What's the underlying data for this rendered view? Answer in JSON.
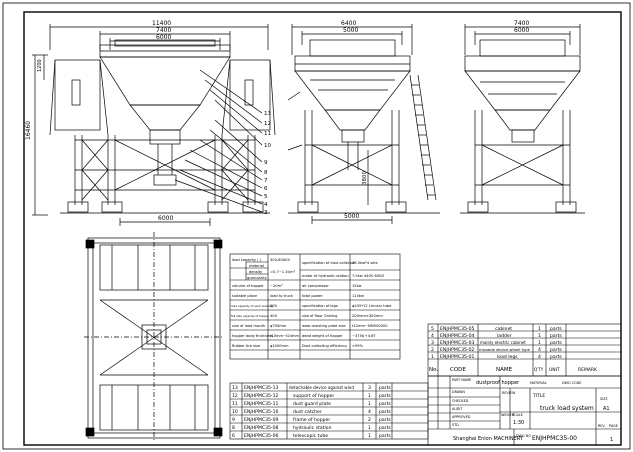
{
  "dimensions": {
    "front_overall_width": "11400",
    "front_top_width": "7400",
    "front_inner_width": "6000",
    "front_bottom_width": "6000",
    "front_total_height": "16460",
    "front_hopper_height": "1200",
    "side_overall_width": "6400",
    "side_inner_width": "5000",
    "side_clearance_height": "3800",
    "side_bottom_width": "5000",
    "end_overall_width": "7400",
    "end_inner_width": "6000"
  },
  "balloons": [
    "13",
    "12",
    "11",
    "10",
    "9",
    "8",
    "7",
    "6",
    "5",
    "4",
    "3",
    "2",
    "1"
  ],
  "spec_table": [
    [
      "load capacity (      )",
      "300-600t/h",
      "specification of dust collector",
      "16.5kw*4 sets"
    ],
    [
      "material",
      "",
      "",
      ""
    ],
    [
      "density",
      "=0.7~1.1t/m³",
      "motor of hydraulic station",
      "7.5kw  440V 60HZ"
    ],
    [
      "granularity",
      "",
      "",
      ""
    ],
    [
      "volume of hopper",
      "~20m³",
      "air compressor",
      "15kw"
    ],
    [
      "suitable place",
      "load to truck",
      "total power",
      "115kw"
    ],
    [
      "load capacity of each load leg",
      "300",
      "specification of legs",
      "φ245*12 circular tube"
    ],
    [
      "fall rate capacity of hopper",
      "400",
      "size of floor Grating",
      "200mm×300mm"
    ],
    [
      "size of load mouth",
      "φ700mm",
      "wear-resisting plate size",
      "t12mm~NM500500"
    ],
    [
      "hopper body thickness",
      "t10mm~t24mm",
      "dead weight of hopper",
      "~375t(+4.6T"
    ],
    [
      "Rubber tire size",
      "φ1000mm",
      "Dust collecting efficiency",
      ">99%"
    ]
  ],
  "bom_upper": [
    {
      "no": "5",
      "code": "ENJHPMC35-05",
      "name": "cabinet",
      "qty": "1",
      "unit": "parts"
    },
    {
      "no": "4",
      "code": "ENJHPMC35-04",
      "name": "ladder",
      "qty": "1",
      "unit": "parts"
    },
    {
      "no": "3",
      "code": "ENJHPMC35-03",
      "name": "mainly electric cabinet",
      "qty": "1",
      "unit": "parts"
    },
    {
      "no": "2",
      "code": "ENJHPMC35-02",
      "name": "movable device-wheel type",
      "qty": "4",
      "unit": "parts"
    },
    {
      "no": "1",
      "code": "ENJHPMC35-01",
      "name": "load legs",
      "qty": "4",
      "unit": "parts"
    }
  ],
  "bom_header": {
    "no": "No.",
    "code": "CODE",
    "name": "NAME",
    "qty": "Q'TY",
    "unit": "UNIT",
    "remark": "REMARK"
  },
  "bom_lower": [
    {
      "no": "13",
      "code": "ENJHPMC35-13",
      "name": "detachable device against wind",
      "qty": "3",
      "unit": "parts"
    },
    {
      "no": "12",
      "code": "ENJHPMC35-12",
      "name": "support of hopper",
      "qty": "1",
      "unit": "parts"
    },
    {
      "no": "11",
      "code": "ENJHPMC35-11",
      "name": "dust guard plate",
      "qty": "1",
      "unit": "parts"
    },
    {
      "no": "10",
      "code": "ENJHPMC35-10",
      "name": "dust catcher",
      "qty": "4",
      "unit": "parts"
    },
    {
      "no": "9",
      "code": "ENJHPMC35-09",
      "name": "frame of hopper",
      "qty": "2",
      "unit": "parts"
    },
    {
      "no": "8",
      "code": "ENJHPMC35-08",
      "name": "hydraulic station",
      "qty": "1",
      "unit": "parts"
    },
    {
      "no": "6",
      "code": "ENJHPMC35-06",
      "name": "telescopic tube",
      "qty": "1",
      "unit": "parts"
    }
  ],
  "title_block": {
    "part_label": "PART NAME",
    "part_name": "dustproof hopper",
    "material_label": "MATERIAL",
    "drawing_code_label": "DWG CODE",
    "weight_label": "WEIGHT",
    "scale_label": "SCALE",
    "scale_value": "1:30",
    "title_label": "TITLE",
    "title_value": "truck load system",
    "sheet_size_label": "SIZE",
    "sheet_size_value": "A1",
    "company": "Shanghai Enlon MACHINERY",
    "dwg_no_label": "DWG NO",
    "dwg_no_value": "ENJHPMC35-00",
    "rev_label": "REV",
    "page_label": "PAGE",
    "page_value": "1",
    "row_labels": [
      "DRAWN",
      "CHECKED",
      "AUDIT",
      "APPROVED",
      "STD",
      "REVIEW"
    ]
  }
}
